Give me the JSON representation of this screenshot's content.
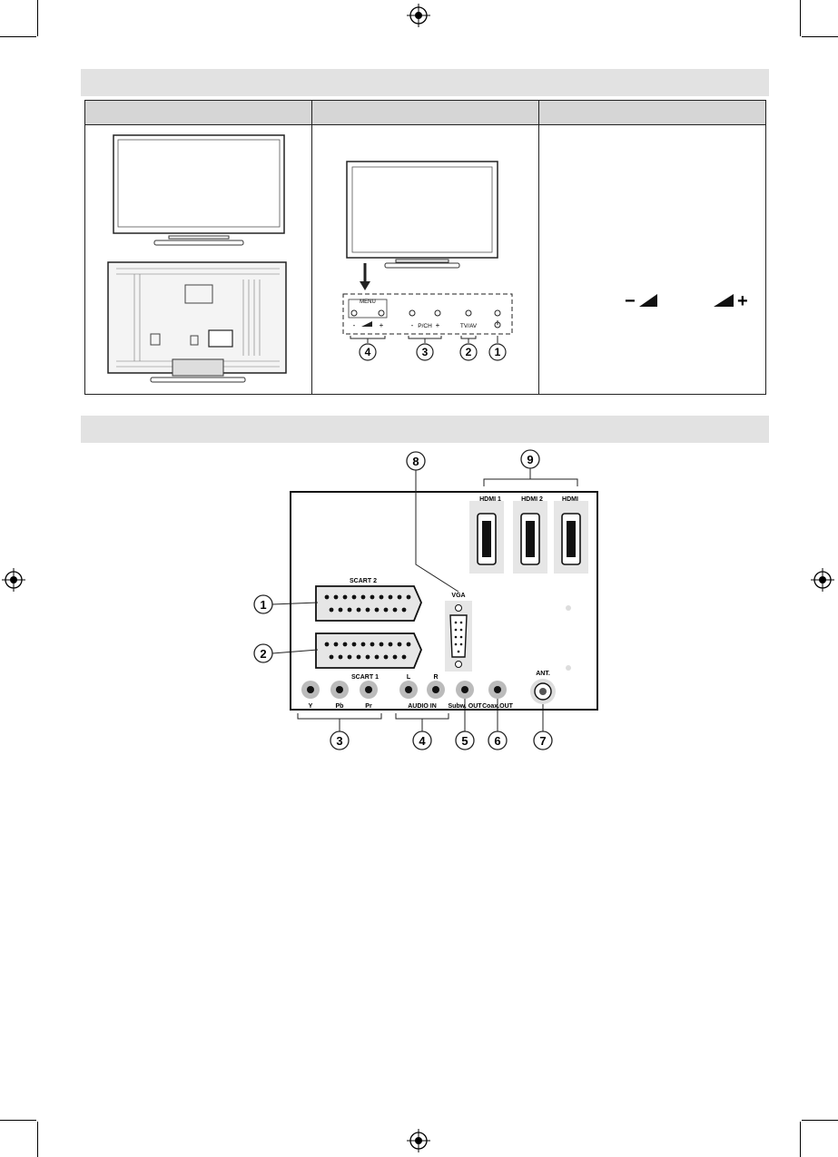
{
  "control_diagram": {
    "menu_label": "MENU",
    "vol_minus": "-",
    "vol_plus": "+",
    "pch_minus": "-",
    "pch_label": "P/CH",
    "pch_plus": "+",
    "tvav_label": "TV/AV",
    "callouts": [
      "4",
      "3",
      "2",
      "1"
    ]
  },
  "volume_symbols": {
    "minus": "−",
    "plus": "+"
  },
  "connections": {
    "top_callouts": [
      "8",
      "9"
    ],
    "hdmi_labels": [
      "HDMI 1",
      "HDMI 2",
      "HDMI"
    ],
    "scart2": "SCART 2",
    "scart1": "SCART 1",
    "vga": "VGA",
    "ant": "ANT.",
    "component_labels": [
      "Y",
      "Pb",
      "Pr"
    ],
    "audio_lr": [
      "L",
      "R"
    ],
    "audio_in": "AUDIO IN",
    "subw_out": "Subw. OUT",
    "coax_out": "Coax.OUT",
    "left_callouts": [
      "1",
      "2"
    ],
    "bottom_callouts": [
      "3",
      "4",
      "5",
      "6",
      "7"
    ]
  }
}
